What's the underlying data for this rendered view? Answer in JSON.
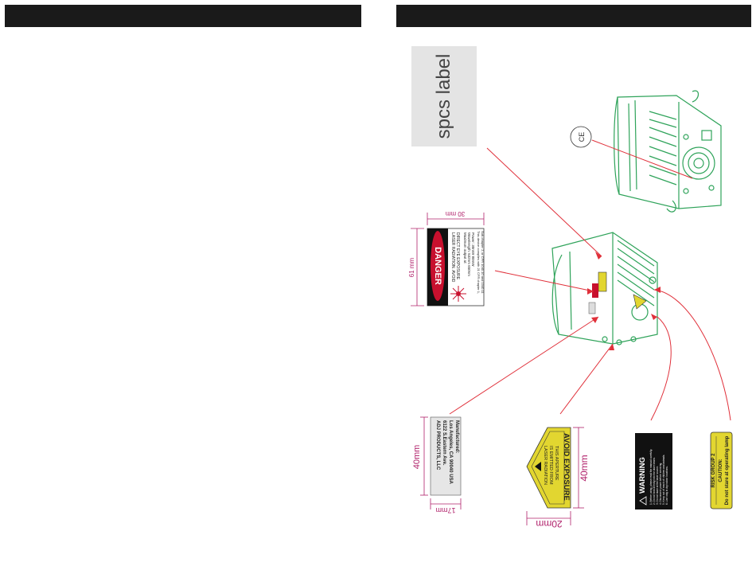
{
  "colors": {
    "header_bar": "#1a1a1a",
    "leader_line": "#e0303a",
    "housing_line": "#2fa35a",
    "danger_red": "#c8102e",
    "warning_yellow": "#e2d630",
    "dimension_magenta": "#b0206a"
  },
  "spcs_label": {
    "text": "spcs label"
  },
  "danger_label": {
    "width_dim": "30 mm",
    "height_dim": "61 mm",
    "heading": "DANGER",
    "line1": "LASER RADIATION. AVOID",
    "line2": "DIRECT EYE EXPOSURE",
    "line3": "Maximum output at:",
    "line4": "Wavelength: 532nm 650nm",
    "line5": "Power: 30mW 80mW",
    "line6": "This device complies with 21 CFR chapter 1,",
    "line7": "Sub-chapter J, or CFR 1040.10 and 1040.11"
  },
  "manufacturer_label": {
    "height_dim": "40mm",
    "width_dim": "17mm",
    "line1": "ADJ PRODUCTS, LLC",
    "line2": "6122 S.Eastern Ave.",
    "line3": "Los Angeles, CA 90040 USA",
    "line4": "Manufactured:"
  },
  "exposure_label": {
    "height_dim": "40mm",
    "width_dim": "20mm",
    "caption": "AVOID EXPOSURE",
    "line1": "LASER RADIATION",
    "line2": "IS EMITTED FROM",
    "line3": "THIS APERTURE"
  },
  "warning_label": {
    "heading": "WARNING",
    "line1": "1. Before using, please read the manual carefully.",
    "line2": "2. Do not look directly into the laser beam.",
    "line3": "3. Do not stare at the laser source.",
    "line4": "4. Disconnect power before servicing.",
    "line5": "5. Keep out of reach of children and animals.",
    "line6": "6. Use only in dry indoor locations."
  },
  "risk_label": {
    "line1": "RISK GROUP 2",
    "line2": "CAUTION:",
    "line3": "Do not stare at operating lamp"
  },
  "back_panel_label": {
    "text": "CE"
  }
}
